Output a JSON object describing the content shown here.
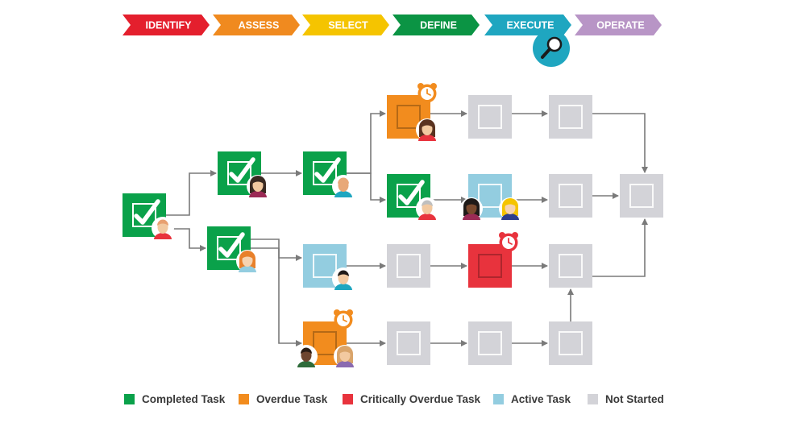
{
  "phases": [
    {
      "label": "IDENTIFY",
      "color": "#e41f2d"
    },
    {
      "label": "ASSESS",
      "color": "#f08a1f"
    },
    {
      "label": "SELECT",
      "color": "#f5c400"
    },
    {
      "label": "DEFINE",
      "color": "#0b9444"
    },
    {
      "label": "EXECUTE",
      "color": "#1fa6c0"
    },
    {
      "label": "OPERATE",
      "color": "#b895c6"
    }
  ],
  "current_phase_icon": "magnifier-icon",
  "status_colors": {
    "completed": "#0aa14a",
    "overdue": "#f28c1e",
    "critical": "#e8333d",
    "active": "#93cde0",
    "notstarted": "#d3d3d8"
  },
  "legend": [
    {
      "key": "completed",
      "label": "Completed Task"
    },
    {
      "key": "overdue",
      "label": "Overdue Task"
    },
    {
      "key": "critical",
      "label": "Critically Overdue Task"
    },
    {
      "key": "active",
      "label": "Active Task"
    },
    {
      "key": "notstarted",
      "label": "Not Started"
    }
  ],
  "tasks": [
    {
      "id": "t1",
      "status": "completed",
      "people": [
        "man-red-shirt"
      ]
    },
    {
      "id": "t2",
      "status": "completed",
      "people": [
        "woman-dark-hair"
      ]
    },
    {
      "id": "t3",
      "status": "completed",
      "people": [
        "woman-orange-hair"
      ]
    },
    {
      "id": "t4",
      "status": "completed",
      "people": [
        "man-bald"
      ]
    },
    {
      "id": "t5",
      "status": "overdue",
      "alarm": true,
      "people": [
        "woman-brown-hair"
      ]
    },
    {
      "id": "t6",
      "status": "notstarted",
      "people": []
    },
    {
      "id": "t7",
      "status": "notstarted",
      "people": []
    },
    {
      "id": "t8",
      "status": "completed",
      "people": [
        "man-grey-hair"
      ]
    },
    {
      "id": "t9",
      "status": "active",
      "people": [
        "woman-black-hair",
        "woman-blonde"
      ]
    },
    {
      "id": "t10",
      "status": "notstarted",
      "people": []
    },
    {
      "id": "t11",
      "status": "notstarted",
      "people": []
    },
    {
      "id": "t12",
      "status": "active",
      "people": [
        "man-black-hair"
      ]
    },
    {
      "id": "t13",
      "status": "notstarted",
      "people": []
    },
    {
      "id": "t14",
      "status": "critical",
      "alarm": true,
      "people": []
    },
    {
      "id": "t15",
      "status": "notstarted",
      "people": []
    },
    {
      "id": "t16",
      "status": "overdue",
      "alarm": true,
      "people": [
        "man-dark-skin",
        "woman-light-hair"
      ]
    },
    {
      "id": "t17",
      "status": "notstarted",
      "people": []
    },
    {
      "id": "t18",
      "status": "notstarted",
      "people": []
    },
    {
      "id": "t19",
      "status": "notstarted",
      "people": []
    }
  ],
  "connections": [
    [
      "t1",
      "t2"
    ],
    [
      "t1",
      "t3"
    ],
    [
      "t2",
      "t4"
    ],
    [
      "t4",
      "t5"
    ],
    [
      "t4",
      "t8"
    ],
    [
      "t5",
      "t6"
    ],
    [
      "t6",
      "t7"
    ],
    [
      "t7",
      "t11"
    ],
    [
      "t8",
      "t9"
    ],
    [
      "t9",
      "t10"
    ],
    [
      "t10",
      "t11"
    ],
    [
      "t3",
      "t12"
    ],
    [
      "t3",
      "t16"
    ],
    [
      "t12",
      "t13"
    ],
    [
      "t13",
      "t14"
    ],
    [
      "t14",
      "t15"
    ],
    [
      "t15",
      "t11"
    ],
    [
      "t16",
      "t17"
    ],
    [
      "t17",
      "t18"
    ],
    [
      "t18",
      "t19"
    ],
    [
      "t19",
      "t15"
    ]
  ]
}
